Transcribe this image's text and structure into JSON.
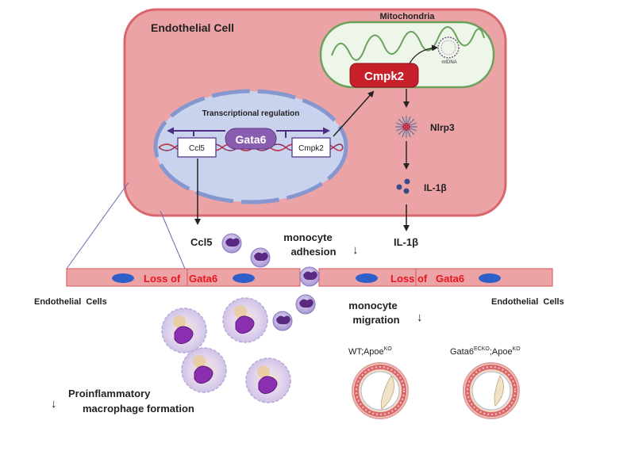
{
  "cell": {
    "title": "Endothelial Cell",
    "mitochondria_label": "Mitochondria",
    "mtdna_label": "mtDNA",
    "transcription_label": "Transcriptional regulation",
    "gata6_label": "Gata6",
    "ccl5_gene_label": "Ccl5",
    "cmpk2_gene_label": "Cmpk2",
    "cmpk2_protein_label": "Cmpk2",
    "nlrp3_label": "Nlrp3",
    "il1b_label": "IL-1β"
  },
  "secreted": {
    "ccl5_label": "Ccl5",
    "il1b_label": "IL-1β",
    "monocyte_adhesion_line1": "monocyte",
    "monocyte_adhesion_line2": "adhesion",
    "down_arrow": "↓"
  },
  "endothelium": {
    "loss_left_prefix": "Loss of ",
    "loss_left_gene": "Gata6",
    "loss_right_prefix": "Loss of ",
    "loss_right_gene": "Gata6",
    "cells_left": "Endothelial  Cells",
    "cells_right": "Endothelial  Cells"
  },
  "migration": {
    "line1": "monocyte",
    "line2": "migration"
  },
  "macrophage": {
    "line1": "Proinflammatory",
    "line2": "macrophage formation"
  },
  "arteries": {
    "wt_label_main": "WT;Apoe",
    "wt_label_sup": "KO",
    "ko_label_gene": "Gata6",
    "ko_label_gene_sup": "ECKO",
    "ko_label_main": ";Apoe",
    "ko_label_sup": "KO"
  },
  "colors": {
    "cell_fill": "#eca3a6",
    "cell_stroke": "#d9676d",
    "nucleus_fill": "#c9d3ee",
    "nucleus_stroke": "#8597cf",
    "gata6_fill": "#8a5cb0",
    "cmpk2_fill": "#c8202b",
    "mito_fill": "#eef6ea",
    "mito_stroke": "#6aa15c",
    "loss_text": "#e8141f",
    "monocyte_fill": "#b7a6d9",
    "monocyte_nucleus": "#5a2a82",
    "vessel_blue": "#2f5fc9"
  }
}
